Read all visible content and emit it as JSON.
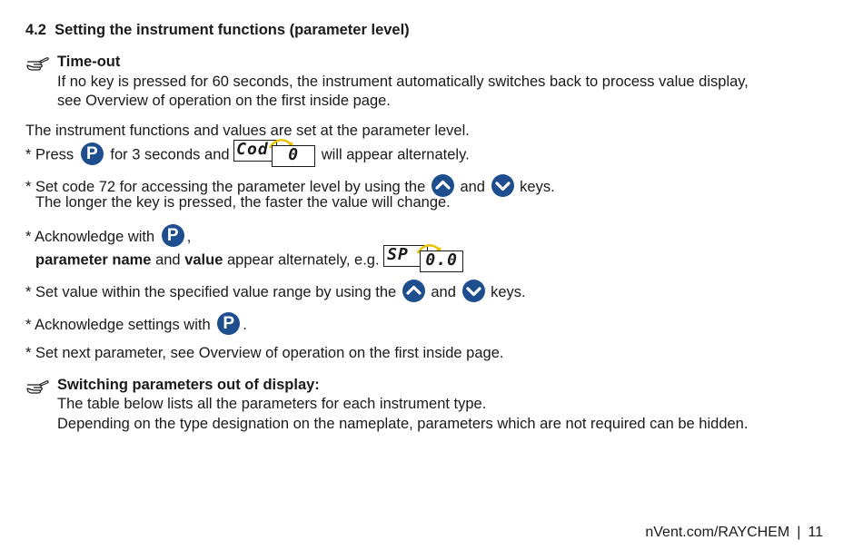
{
  "section": {
    "number": "4.2",
    "title": "Setting the instrument functions (parameter level)"
  },
  "timeout_note": {
    "icon": "pointing-hand-icon",
    "title": "Time-out",
    "line1": "If no key is pressed for 60 seconds, the instrument automatically switches back to process value display,",
    "line2": "see Overview of operation on the first inside page."
  },
  "intro": "The instrument functions and values are set at the parameter level.",
  "step1": {
    "prefix": "* Press",
    "key": "P",
    "mid": "for 3 seconds and",
    "lcd_main": "Cod",
    "lcd_value": "0",
    "suffix": "will appear alternately."
  },
  "step2": {
    "prefix": "* Set code 72 for accessing the parameter level by using the",
    "and": "and",
    "suffix": "keys.",
    "line2": "The longer the key is pressed, the faster the value will change."
  },
  "step3": {
    "prefix": "* Acknowledge with",
    "key": "P",
    "comma": ",",
    "bold1": "parameter name",
    "and": "and",
    "bold2": "value",
    "suffix": "appear alternately, e.g.",
    "lcd_main": "SP",
    "lcd_value": "0.0"
  },
  "step4": {
    "prefix": "* Set value within the specified value range by using the",
    "and": "and",
    "suffix": "keys."
  },
  "step5": {
    "prefix": "* Acknowledge settings with",
    "key": "P",
    "suffix": "."
  },
  "step6": "* Set next parameter, see Overview of operation on the first inside page.",
  "switch_note": {
    "icon": "pointing-hand-icon",
    "title": "Switching parameters out of display:",
    "line1": "The table below lists all the parameters for each instrument type.",
    "line2": "Depending on the type designation on the nameplate, parameters which are not required can be hidden."
  },
  "footer": {
    "site": "nVent.com/RAYCHEM",
    "separator": "|",
    "page": "11"
  },
  "colors": {
    "key_blue": "#1f4e8f",
    "lcd_arrow": "#e8c300",
    "text": "#1a1a1a"
  }
}
